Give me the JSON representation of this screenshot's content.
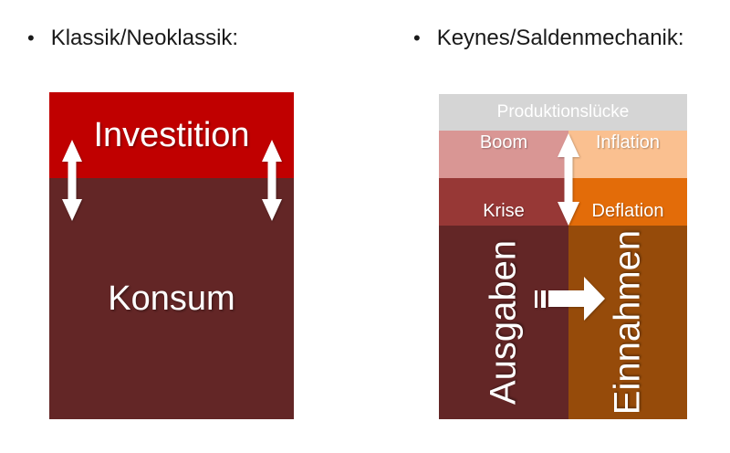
{
  "slide": {
    "background": "#FFFFFF"
  },
  "left_panel": {
    "bullet": "•",
    "title": "Klassik/Neoklassik:",
    "blocks": {
      "investition": "Investition",
      "konsum": "Konsum"
    }
  },
  "right_panel": {
    "bullet": "•",
    "title": "Keynes/Saldenmechanik:",
    "blocks": {
      "produktionsluecke": "Produktionslücke",
      "boom": "Boom",
      "inflation": "Inflation",
      "krise": "Krise",
      "deflation": "Deflation",
      "ausgaben": "Ausgaben",
      "einnahmen": "Einnahmen"
    }
  },
  "colors": {
    "investition_red": "#C00000",
    "konsum_maroon": "#632626",
    "gap_gray": "#D5D5D5",
    "boom_pink": "#D99694",
    "inflation_peach": "#FAC090",
    "krise_darkred": "#973836",
    "deflation_orange": "#E36C09",
    "ausgaben_maroon": "#632626",
    "einnahmen_brown": "#964B0A",
    "arrow_white": "#FFFFFF",
    "title_text": "#1A1A1A"
  },
  "icons": {
    "double_vertical_arrow": "white double-headed vertical arrow",
    "striped_right_arrow": "white striped right arrow"
  }
}
